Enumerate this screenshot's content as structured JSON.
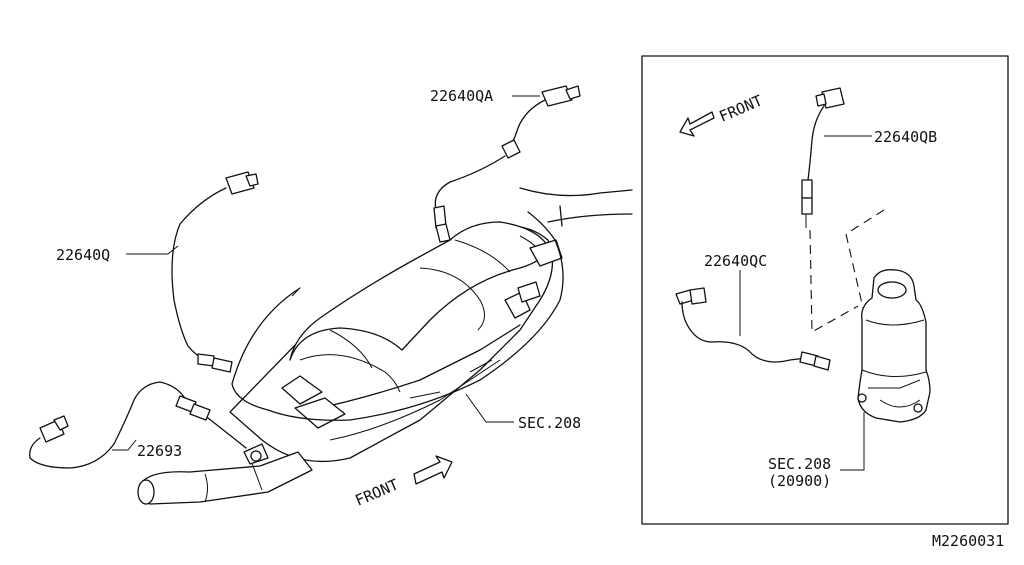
{
  "labels": {
    "sensor_front_main": "22640Q",
    "sensor_rear_main": "22640QA",
    "sensor_pipe": "22693",
    "section_main": "SEC.208",
    "detail_front_arrow": "FRONT",
    "detail_upper_sensor": "22640QB",
    "detail_lower_sensor": "22640QC",
    "detail_section": "SEC.208",
    "detail_section_part": "(20900)",
    "main_front_arrow": "FRONT",
    "diagram_code": "M2260031"
  }
}
